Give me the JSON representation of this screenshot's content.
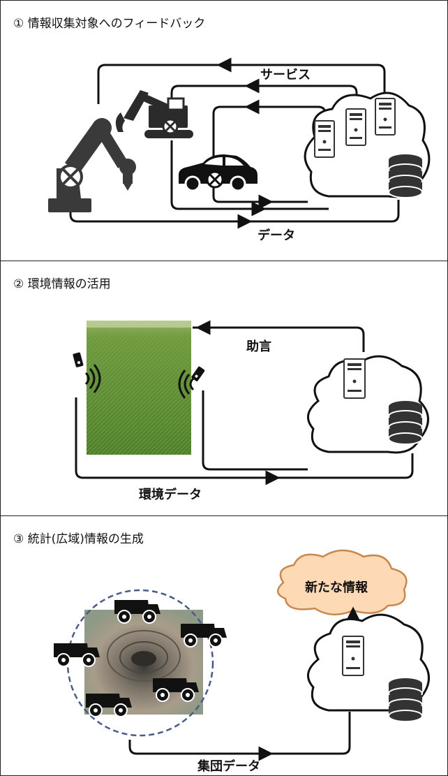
{
  "panels": [
    {
      "title": "① 情報収集対象へのフィードバック",
      "labels": {
        "top": "サービス",
        "bottom": "データ"
      }
    },
    {
      "title": "② 環境情報の活用",
      "labels": {
        "top": "助言",
        "bottom": "環境データ"
      }
    },
    {
      "title": "③ 統計(広域)情報の生成",
      "labels": {
        "cloud": "新たな情報",
        "bottom": "集団データ"
      }
    }
  ],
  "colors": {
    "line": "#111111",
    "icon": "#2b2b2b",
    "cloud_fill": "#fdd9b5",
    "cloud_stroke": "#c8874d",
    "dash": "#4a5a8a",
    "field": "#5e8f3b"
  }
}
